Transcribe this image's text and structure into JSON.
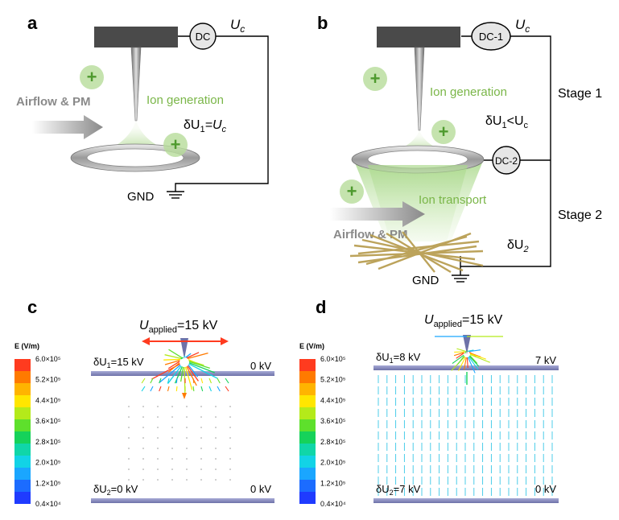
{
  "panels": {
    "a": {
      "label": "a",
      "dc": "DC",
      "uc": "U",
      "uc_sub": "c",
      "airflow": "Airflow & PM",
      "ion_generation": "Ion generation",
      "du": "δU",
      "du_sub": "1",
      "du_rest": "=U",
      "du_rest_sub": "c",
      "gnd": "GND",
      "plus": "+"
    },
    "b": {
      "label": "b",
      "dc1": "DC-1",
      "dc2": "DC-2",
      "uc": "U",
      "uc_sub": "c",
      "stage1": "Stage 1",
      "stage2": "Stage 2",
      "ion_generation": "Ion generation",
      "ion_transport": "Ion transport",
      "du1": "δU",
      "du1_sub": "1",
      "du1_rest": "<U",
      "du1_rest_sub": "c",
      "du2": "δU",
      "du2_sub": "2",
      "airflow": "Airflow & PM",
      "gnd": "GND",
      "plus": "+"
    },
    "c": {
      "label": "c",
      "applied": "U",
      "applied_sub": "applied",
      "applied_rest": "=15 kV",
      "du1": "δU",
      "du1_sub": "1",
      "du1_rest": "=15 kV",
      "top_right": "0 kV",
      "du2": "δU",
      "du2_sub": "2",
      "du2_rest": "=0 kV",
      "bottom_right": "0 kV"
    },
    "d": {
      "label": "d",
      "applied": "U",
      "applied_sub": "applied",
      "applied_rest": "=15 kV",
      "du1": "δU",
      "du1_sub": "1",
      "du1_rest": "=8 kV",
      "top_right": "7 kV",
      "du2": "δU",
      "du2_sub": "2",
      "du2_rest": "=7 kV",
      "bottom_right": "0 kV"
    }
  },
  "colorbar": {
    "title": "E (V/m)",
    "ticks": [
      "6.0×10⁵",
      "5.2×10⁵",
      "4.4×10⁵",
      "3.6×10⁵",
      "2.8×10⁵",
      "2.0×10⁵",
      "1.2×10⁵",
      "0.4×10⁴"
    ],
    "colors": [
      "#ff3b1f",
      "#ff7a00",
      "#ffb400",
      "#ffe600",
      "#b4ea1a",
      "#5ee02c",
      "#16d25a",
      "#10d6a8",
      "#12d3e6",
      "#1aa6ff",
      "#1c6cff",
      "#1f3bff"
    ]
  },
  "colors": {
    "green_text": "#7ab648",
    "green_circle": "#b6dc9a",
    "electrode": "#4a4a4a",
    "plate": "#8b8fc4",
    "field_d": "#39c7e6"
  }
}
